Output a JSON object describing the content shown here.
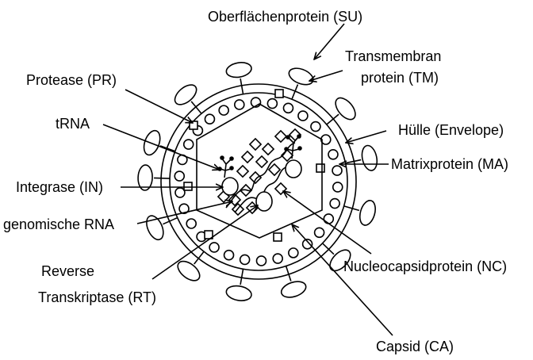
{
  "labels": {
    "su": "Oberflächenprotein (SU)",
    "tm_line1": "Transmembran",
    "tm_line2": "protein (TM)",
    "pr": "Protease (PR)",
    "trna": "tRNA",
    "envelope": "Hülle (Envelope)",
    "ma": "Matrixprotein (MA)",
    "in": "Integrase (IN)",
    "rna": "genomische RNA",
    "rt_line1": "Reverse",
    "rt_line2": "Transkriptase (RT)",
    "nc": "Nucleocapsidprotein (NC)",
    "ca": "Capsid (CA)"
  }
}
